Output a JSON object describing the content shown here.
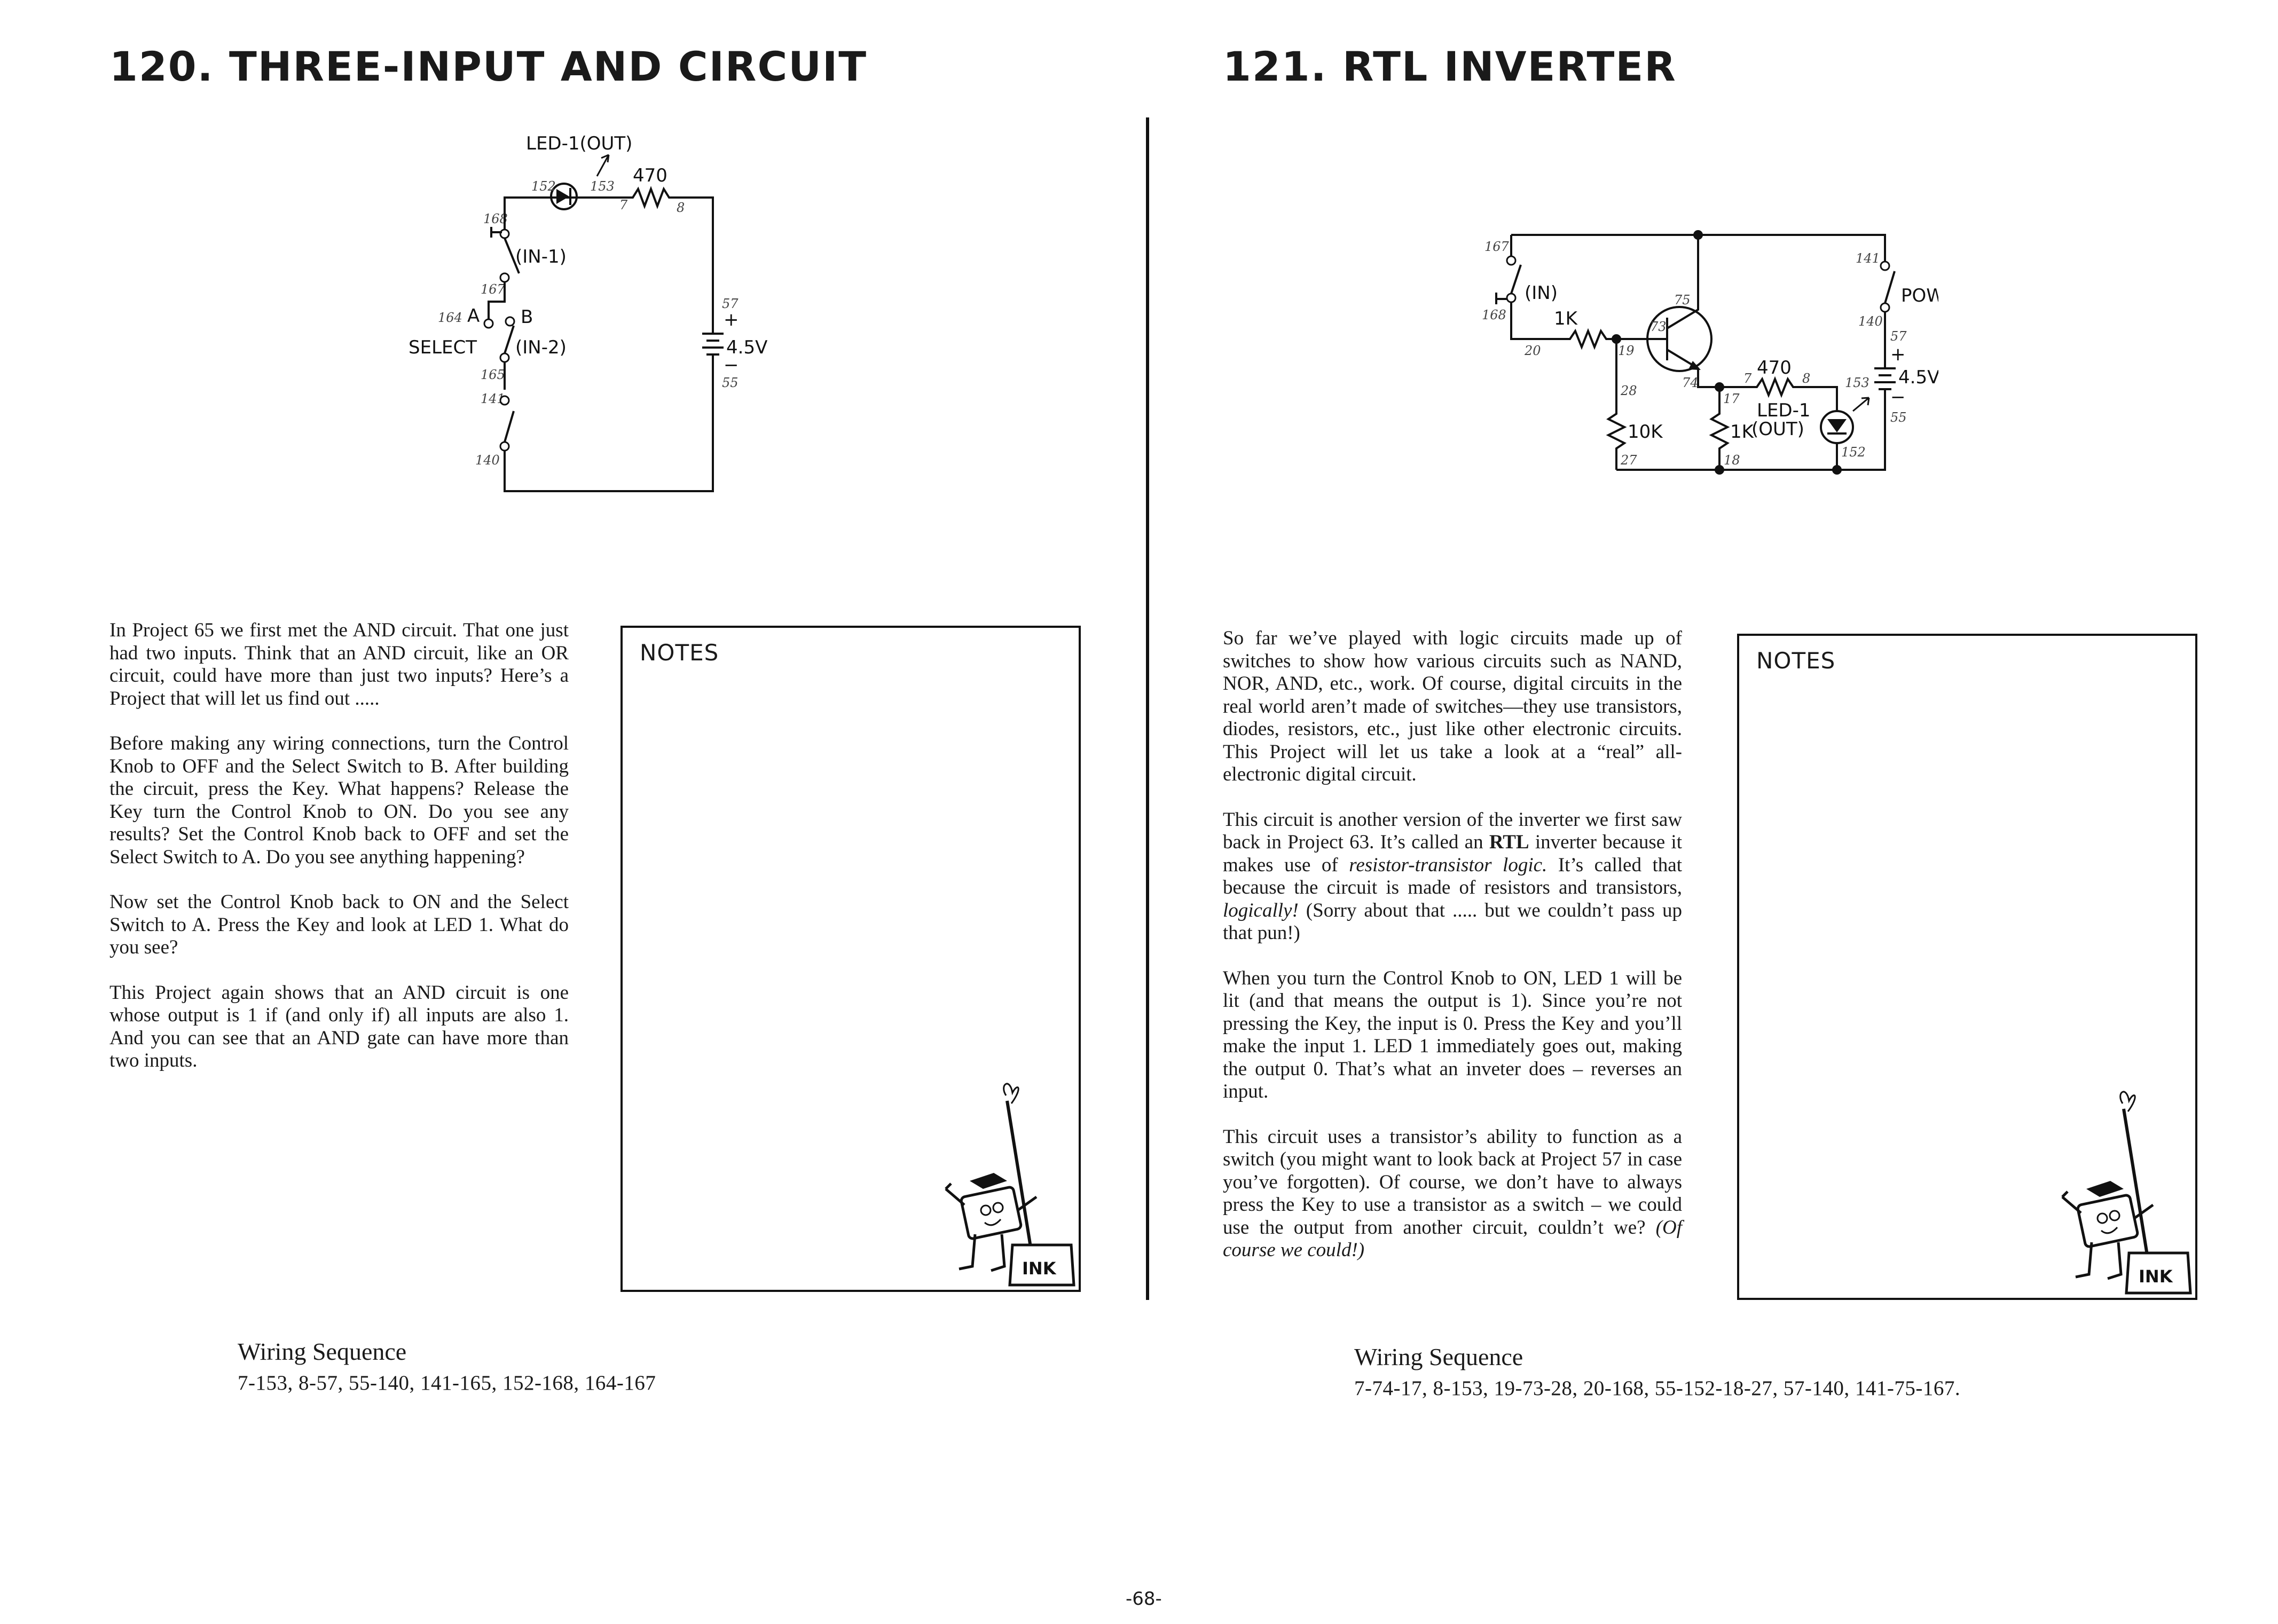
{
  "left": {
    "title": "120. THREE-INPUT AND CIRCUIT",
    "circuit": {
      "led_label": "LED-1(OUT)",
      "resistor_value": "470",
      "in1_label": "(IN-1)",
      "in2_label": "(IN-2)",
      "select_label": "SELECT",
      "a_label": "A",
      "b_label": "B",
      "battery_voltage": "4.5V",
      "plus": "+",
      "minus": "−",
      "nodes": {
        "n152": "152",
        "n153": "153",
        "n7": "7",
        "n8": "8",
        "n168": "168",
        "n167": "167",
        "n164": "164",
        "n165": "165",
        "n141": "141",
        "n140": "140",
        "n57": "57",
        "n55": "55"
      }
    },
    "paragraphs": [
      "In Project 65 we first met the AND circuit. That one just had two inputs. Think that an AND circuit, like an OR circuit, could have more than just two inputs? Here’s a Project that will let us find out .....",
      "Before making any wiring connections, turn the Control Knob to OFF and the Select Switch to B. After building the circuit, press the Key. What happens? Release the Key turn the Control Knob to ON. Do you see any results? Set the Control Knob back to OFF and set the Select Switch to A. Do you see anything happening?",
      "Now set the Control Knob back to ON and the Select Switch to A. Press the Key and look at LED 1. What do you see?",
      "This Project again shows that an AND circuit is one whose output is 1 if (and only if) all inputs are also 1. And you can see that an AND gate can have more than two inputs."
    ],
    "notes_label": "NOTES",
    "mascot_label": "INK",
    "wiring_title": "Wiring Sequence",
    "wiring_sequence": "7-153, 8-57, 55-140, 141-165, 152-168, 164-167"
  },
  "right": {
    "title": "121. RTL INVERTER",
    "circuit": {
      "in_label": "(IN)",
      "r_in_value": "1K",
      "r_base_value": "10K",
      "r_col_value": "1K",
      "r_led_value": "470",
      "led_label": "LED-1",
      "out_label": "(OUT)",
      "power_label": "POWER",
      "battery_voltage": "4.5V",
      "plus": "+",
      "minus": "−",
      "nodes": {
        "n167": "167",
        "n168": "168",
        "n20": "20",
        "n19": "19",
        "n73": "73",
        "n75": "75",
        "n74": "74",
        "n28": "28",
        "n27": "27",
        "n17": "17",
        "n18": "18",
        "n7": "7",
        "n8": "8",
        "n153": "153",
        "n152": "152",
        "n141": "141",
        "n140": "140",
        "n57": "57",
        "n55": "55"
      }
    },
    "paragraphs": [
      [
        {
          "t": "So far we’ve played with logic circuits made up of switches to show how various circuits such as NAND, NOR, AND, etc., work. Of course, digital circuits in the real world aren’t made of switches—they use transistors, diodes, resistors, etc., just like other electronic circuits. This Project will let us take a look at a “real” all-electronic digital circuit."
        }
      ],
      [
        {
          "t": "This circuit is another version of the inverter we first saw back in Project 63. It’s called an "
        },
        {
          "t": "RTL",
          "s": "b"
        },
        {
          "t": " inverter because it makes use of "
        },
        {
          "t": "resistor-transistor logic.",
          "s": "i"
        },
        {
          "t": " It’s called that because the circuit is made of resistors and transistors, "
        },
        {
          "t": "logically!",
          "s": "i"
        },
        {
          "t": " (Sorry about that ..... but we couldn’t pass up that pun!)"
        }
      ],
      [
        {
          "t": "When you turn the Control Knob to ON, LED 1 will be lit (and that means the output is 1). Since you’re not pressing the Key, the input is 0. Press the Key and you’ll make the input 1. LED 1 immediately goes out, making the output 0. That’s what an inveter does – reverses an input."
        }
      ],
      [
        {
          "t": "This circuit uses a transistor’s ability to function as a switch (you might want to look back at Project 57 in case you’ve forgotten). Of course, we don’t have to always press the Key to use a transistor as a switch – we could use the output from another circuit, couldn’t we? "
        },
        {
          "t": "(Of course we could!)",
          "s": "i"
        }
      ]
    ],
    "notes_label": "NOTES",
    "mascot_label": "INK",
    "wiring_title": "Wiring Sequence",
    "wiring_sequence": "7-74-17, 8-153, 19-73-28, 20-168, 55-152-18-27, 57-140, 141-75-167."
  },
  "footer": {
    "page_number": "-68-"
  }
}
